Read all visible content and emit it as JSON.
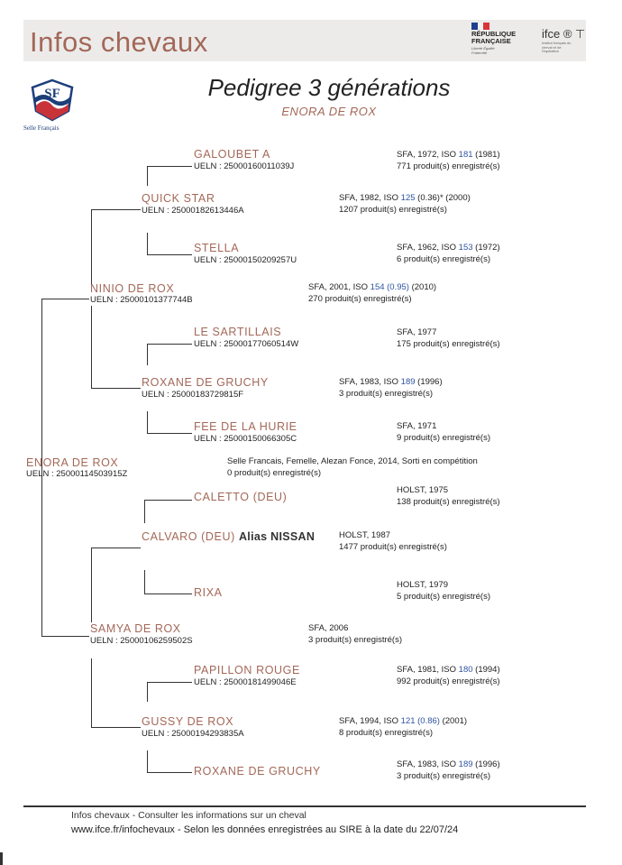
{
  "header": {
    "site_title": "Infos chevaux",
    "rf_line1": "RÉPUBLIQUE",
    "rf_line2": "FRANÇAISE",
    "rf_motto": "Liberté Égalité Fraternité",
    "ifce_logo": "ifce ® ⊤",
    "ifce_sub": "Institut français du cheval et de l'équitation",
    "colors": {
      "title": "#a36858",
      "band": "#ecebea",
      "iso": "#2f54a0"
    }
  },
  "logo": {
    "monogram": "SF",
    "caption": "Selle Français"
  },
  "title": "Pedigree 3 générations",
  "subtitle": "ENORA DE ROX",
  "horses": {
    "galoubet": {
      "name": "GALOUBET A",
      "ueln": "UELN : 25000160011039J",
      "info_pre": "SFA, 1972, ISO ",
      "iso": "181",
      "info_post": " (1981)",
      "products": "771 produit(s) enregistré(s)"
    },
    "quickstar": {
      "name": "QUICK STAR",
      "ueln": "UELN : 25000182613446A",
      "info_pre": "SFA, 1982, ISO ",
      "iso": "125",
      "info_post": " (0.36)* (2000)",
      "products": "1207 produit(s) enregistré(s)"
    },
    "stella": {
      "name": "STELLA",
      "ueln": "UELN : 25000150209257U",
      "info_pre": "SFA, 1962, ISO ",
      "iso": "153",
      "info_post": " (1972)",
      "products": "6 produit(s) enregistré(s)"
    },
    "ninio": {
      "name": "NINIO DE ROX",
      "ueln": "UELN : 25000101377744B",
      "info_pre": "SFA, 2001, ISO ",
      "iso": "154 (0.95)",
      "info_post": " (2010)",
      "products": "270 produit(s) enregistré(s)"
    },
    "sartillais": {
      "name": "LE SARTILLAIS",
      "ueln": "UELN : 25000177060514W",
      "info": "SFA, 1977",
      "products": "175 produit(s) enregistré(s)"
    },
    "roxane1": {
      "name": "ROXANE DE GRUCHY",
      "ueln": "UELN : 25000183729815F",
      "info_pre": "SFA, 1983, ISO ",
      "iso": "189",
      "info_post": " (1996)",
      "products": "3 produit(s) enregistré(s)"
    },
    "fee": {
      "name": "FEE DE LA HURIE",
      "ueln": "UELN : 25000150066305C",
      "info": "SFA, 1971",
      "products": "9 produit(s) enregistré(s)"
    },
    "enora": {
      "name": "ENORA DE ROX",
      "ueln": "UELN : 25000114503915Z",
      "info": "Selle Francais, Femelle, Alezan Fonce, 2014, Sorti en compétition",
      "products": "0 produit(s) enregistré(s)"
    },
    "caletto": {
      "name": "CALETTO (DEU)",
      "info": "HOLST, 1975",
      "products": "138 produit(s) enregistré(s)"
    },
    "calvaro": {
      "name": "CALVARO (DEU)",
      "alias": "Alias NISSAN",
      "info": "HOLST, 1987",
      "products": "1477 produit(s) enregistré(s)"
    },
    "rixa": {
      "name": "RIXA",
      "info": "HOLST, 1979",
      "products": "5 produit(s) enregistré(s)"
    },
    "samya": {
      "name": "SAMYA DE ROX",
      "ueln": "UELN : 25000106259502S",
      "info": "SFA, 2006",
      "products": "3 produit(s) enregistré(s)"
    },
    "papillon": {
      "name": "PAPILLON ROUGE",
      "ueln": "UELN : 25000181499046E",
      "info_pre": "SFA, 1981, ISO ",
      "iso": "180",
      "info_post": " (1994)",
      "products": "992 produit(s) enregistré(s)"
    },
    "gussy": {
      "name": "GUSSY DE ROX",
      "ueln": "UELN : 25000194293835A",
      "info_pre": "SFA, 1994, ISO ",
      "iso": "121 (0.86)",
      "info_post": " (2001)",
      "products": "8 produit(s) enregistré(s)"
    },
    "roxane2": {
      "name": "ROXANE DE GRUCHY",
      "info_pre": "SFA, 1983, ISO ",
      "iso": "189",
      "info_post": " (1996)",
      "products": "3 produit(s) enregistré(s)"
    }
  },
  "footer": {
    "line1": "Infos chevaux - Consulter les informations sur un cheval",
    "line2": "www.ifce.fr/infochevaux - Selon les données enregistrées au SIRE à la date du 22/07/24"
  }
}
